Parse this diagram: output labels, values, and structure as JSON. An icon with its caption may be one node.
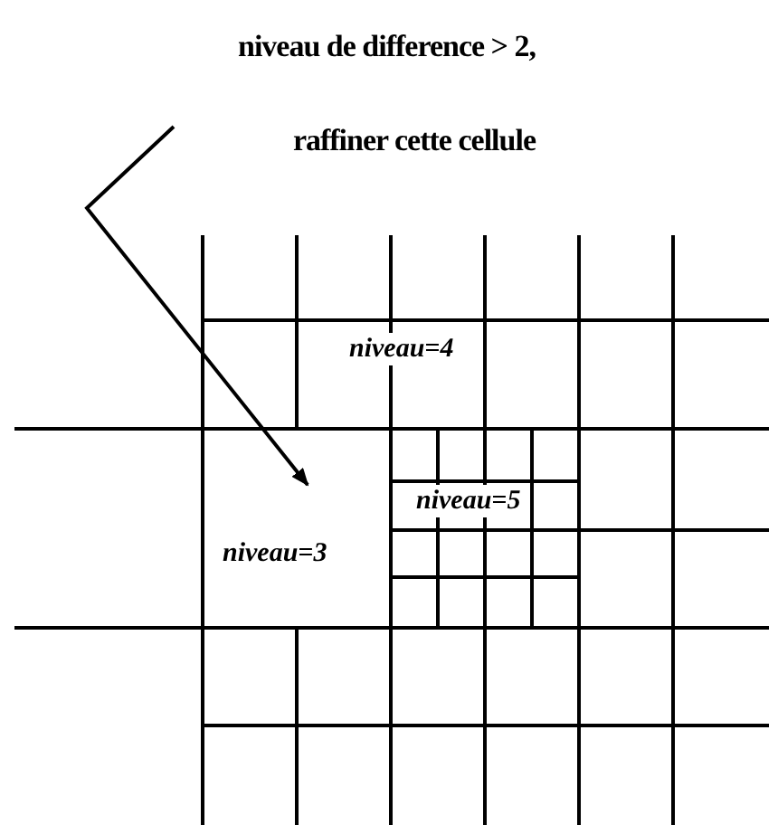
{
  "diagram": {
    "nodes": [
      {
        "text": [
          "niveau de difference > 2, raffiner cette cellule"
        ]
      },
      {
        "text": [
          "niveau=4"
        ]
      },
      {
        "text": [
          "niveau=3"
        ]
      },
      {
        "text": [
          "niveau=5"
        ]
      }
    ],
    "edges": [
      {
        "from": 0,
        "to": 2,
        "arrow": "to"
      }
    ]
  }
}
